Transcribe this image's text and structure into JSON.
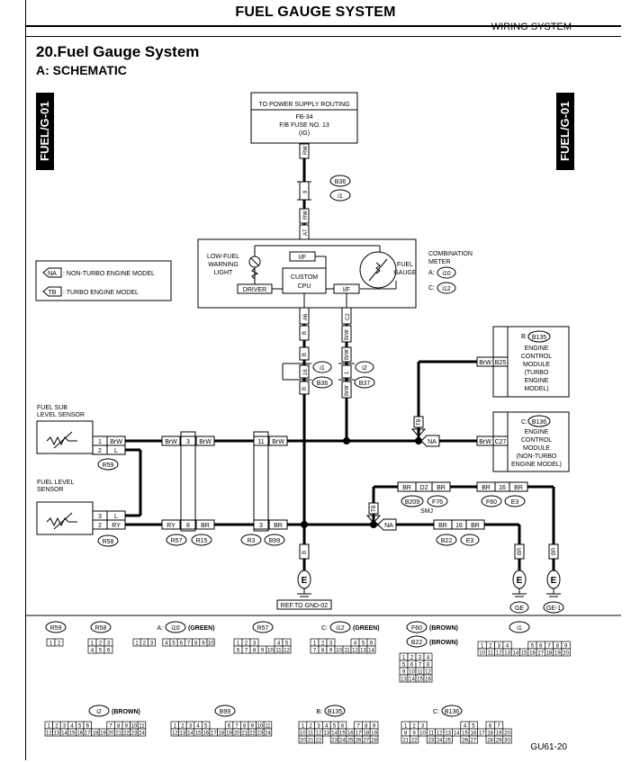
{
  "header": {
    "title": "FUEL GAUGE SYSTEM",
    "section": "WIRING SYSTEM"
  },
  "document": {
    "title": "20.Fuel Gauge System",
    "subtitle": "A:  SCHEMATIC",
    "tab_label": "FUEL/G-01",
    "figure_id": "GU61-20"
  },
  "power": {
    "line1": "TO POWER SUPPLY ROUTING",
    "line2": "FB-34",
    "line3": "F/B FUSE NO. 13",
    "line4": "(IG)"
  },
  "meter": {
    "warning_light": [
      "LOW-FUEL",
      "WARNING",
      "LIGHT"
    ],
    "gauge": [
      "FUEL",
      "GAUGE"
    ],
    "cpu": [
      "CUSTOM",
      "CPU"
    ],
    "driver": "DRIVER",
    "if_top": "I/F",
    "if_bottom": "I/F",
    "title": [
      "COMBINATION",
      "METER"
    ],
    "conn_a_prefix": "A:",
    "conn_a": "i10",
    "conn_c_prefix": "C:",
    "conn_c": "i12"
  },
  "legend": {
    "na_code": "NA",
    "na_text": ": NON-TURBO ENGINE MODEL",
    "tb_code": "TB",
    "tb_text": ": TURBO ENGINE MODEL"
  },
  "ecm_b": {
    "prefix": "B:",
    "conn": "B135",
    "lines": [
      "ENGINE",
      "CONTROL",
      "MODULE",
      "(TURBO",
      "ENGINE",
      "MODEL)"
    ],
    "pin": "B25"
  },
  "ecm_c": {
    "prefix": "C:",
    "conn": "B136",
    "lines": [
      "ENGINE",
      "CONTROL",
      "MODULE",
      "(NON-TURBO",
      "ENGINE MODEL)"
    ],
    "pin": "C27"
  },
  "sub_sensor": {
    "lines": [
      "FUEL SUB",
      "LEVEL SENSOR"
    ],
    "conn": "R59"
  },
  "level_sensor": {
    "lines": [
      "FUEL LEVEL",
      "SENSOR"
    ],
    "conn": "R58"
  },
  "grounds": {
    "ref": "REF.TO GND-02",
    "ge": "GE",
    "ge1": "GE-1",
    "symbol": "E"
  },
  "wires": {
    "rw": "RW",
    "b": "B",
    "l": "L",
    "ry": "RY",
    "br": "BR",
    "brw": "BrW",
    "smj": "SMJ"
  },
  "pins": {
    "p9": "9",
    "a7": "A7",
    "a6": "A6",
    "c2": "C2",
    "p16": "16",
    "p1": "1",
    "p2": "2",
    "p3": "3",
    "p8": "8",
    "p11": "11",
    "d2": "D2"
  },
  "connectors": {
    "b36": "B36",
    "i1": "i1",
    "i2": "i2",
    "b37": "B37",
    "r57": "R57",
    "r15": "R15",
    "r3": "R3",
    "b99": "B99",
    "b209": "B209",
    "f76": "F76",
    "f60": "F60",
    "e3": "E3",
    "b22": "B22"
  },
  "faces": {
    "r59": {
      "name": "R59",
      "rows": [
        [
          "1",
          "2"
        ]
      ]
    },
    "r58": {
      "name": "R58",
      "rows": [
        [
          "1",
          "2",
          "3"
        ],
        [
          "4",
          "5",
          "6"
        ]
      ]
    },
    "i10": {
      "prefix": "A:",
      "name": "i10",
      "color": "(GREEN)",
      "rows": [
        [
          "1",
          "2",
          "3",
          "",
          "4",
          "5",
          "6",
          "7",
          "8",
          "9",
          "10"
        ]
      ]
    },
    "r57": {
      "name": "R57",
      "rows": [
        [
          "1",
          "2",
          "3",
          "",
          "",
          "4",
          "5"
        ],
        [
          "6",
          "7",
          "8",
          "9",
          "10",
          "11",
          "12"
        ]
      ]
    },
    "i12": {
      "prefix": "C:",
      "name": "i12",
      "color": "(GREEN)",
      "rows": [
        [
          "1",
          "2",
          "3",
          "",
          "",
          "4",
          "5",
          "6"
        ],
        [
          "7",
          "8",
          "9",
          "10",
          "11",
          "12",
          "13",
          "14"
        ]
      ]
    },
    "f60": {
      "name": "F60",
      "color": "(BROWN)"
    },
    "b22": {
      "name": "B22",
      "color": "(BROWN)",
      "rows": [
        [
          "1",
          "2",
          "3",
          "4"
        ],
        [
          "5",
          "6",
          "7",
          "8"
        ],
        [
          "9",
          "10",
          "11",
          "12"
        ],
        [
          "13",
          "14",
          "15",
          "16"
        ]
      ]
    },
    "i1": {
      "name": "i1",
      "rows": [
        [
          "1",
          "2",
          "3",
          "4",
          "",
          "",
          "5",
          "6",
          "7",
          "8",
          "9"
        ],
        [
          "10",
          "11",
          "12",
          "13",
          "14",
          "15",
          "16",
          "17",
          "18",
          "19",
          "20"
        ]
      ]
    },
    "i2": {
      "name": "i2",
      "color": "(BROWN)",
      "rows": [
        [
          "1",
          "2",
          "3",
          "4",
          "5",
          "6",
          "",
          "",
          "7",
          "8",
          "9",
          "10",
          "11"
        ],
        [
          "12",
          "13",
          "14",
          "15",
          "16",
          "17",
          "18",
          "19",
          "20",
          "21",
          "22",
          "23",
          "24"
        ]
      ]
    },
    "b99": {
      "name": "B99",
      "rows": [
        [
          "1",
          "2",
          "3",
          "4",
          "5",
          "",
          "",
          "6",
          "7",
          "8",
          "9",
          "10",
          "11"
        ],
        [
          "12",
          "13",
          "14",
          "15",
          "16",
          "17",
          "18",
          "19",
          "20",
          "21",
          "22",
          "23",
          "24"
        ]
      ]
    },
    "b135": {
      "prefix": "B:",
      "name": "B135",
      "rows": [
        [
          "1",
          "2",
          "3",
          "4",
          "5",
          "6",
          "",
          "7",
          "8",
          "9"
        ],
        [
          "10",
          "11",
          "12",
          "13",
          "14",
          "15",
          "16",
          "17",
          "18",
          "19"
        ],
        [
          "20",
          "21",
          "22",
          "",
          "23",
          "24",
          "25",
          "26",
          "27",
          "28"
        ]
      ]
    },
    "b136": {
      "prefix": "C:",
      "name": "B136",
      "rows": [
        [
          "1",
          "2",
          "3",
          "",
          "",
          "",
          "",
          "4",
          "5",
          "",
          "6",
          "7"
        ],
        [
          "8",
          "9",
          "10",
          "11",
          "12",
          "13",
          "14",
          "15",
          "16",
          "17",
          "18",
          "19",
          "20"
        ],
        [
          "21",
          "22",
          "",
          "23",
          "24",
          "25",
          "",
          "26",
          "27",
          "",
          "28",
          "29",
          "30"
        ]
      ]
    }
  }
}
